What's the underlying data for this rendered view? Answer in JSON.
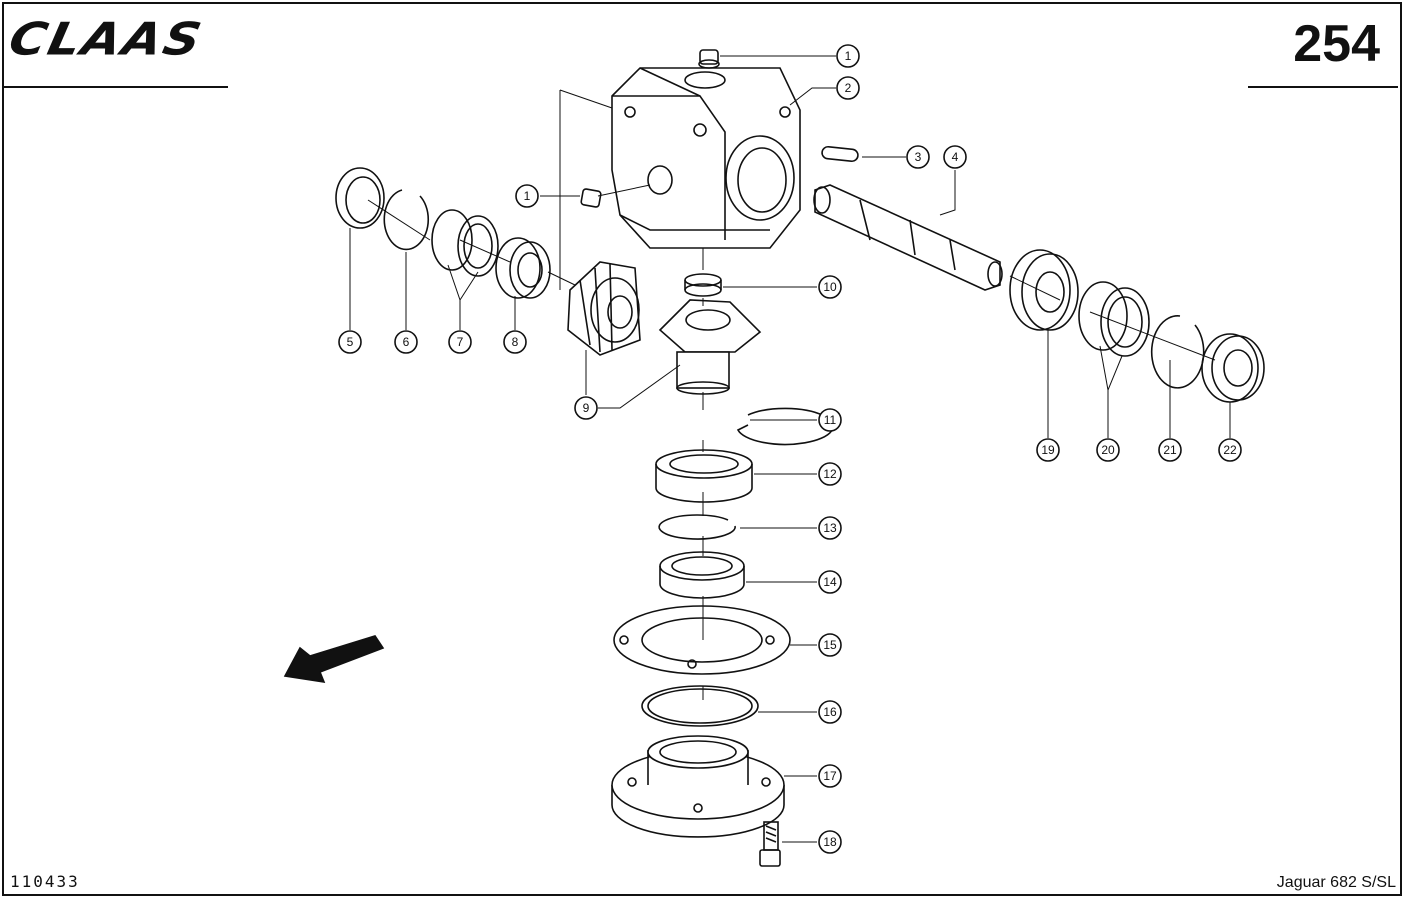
{
  "header": {
    "brand": "CLAAS",
    "page_number": "254"
  },
  "footer": {
    "document_number": "110433",
    "model": "Jaguar 682 S/SL"
  },
  "callouts": [
    "1",
    "2",
    "3",
    "4",
    "5",
    "6",
    "7",
    "8",
    "9",
    "10",
    "11",
    "12",
    "13",
    "14",
    "15",
    "16",
    "17",
    "18",
    "19",
    "20",
    "21",
    "22"
  ],
  "icons": {
    "direction_arrow": "arrow-down-left-icon"
  }
}
